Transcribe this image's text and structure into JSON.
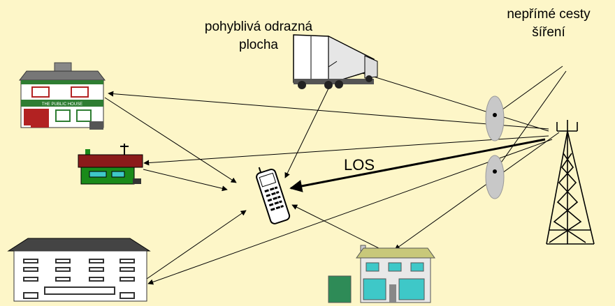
{
  "labels": {
    "moving_surface": "pohyblivá odrazná\nplocha",
    "indirect_paths": "nepřímé cesty\nšíření",
    "los": "LOS",
    "pub_sign": "THE PUBLIC HOUSE"
  },
  "colors": {
    "background": "#fdf6c8",
    "line": "#000000",
    "pub_wall": "#ffffff",
    "pub_trim": "#2e7d32",
    "pub_door": "#b22222",
    "house_roof": "#8b1a1a",
    "house_wall": "#1a8a1a",
    "office_wall": "#ffffff",
    "office_roof": "#444444",
    "villa_roof": "#c8c87a",
    "villa_wall": "#e8e8e8",
    "window": "#3ec8c8",
    "reflector": "#c8c8c8"
  }
}
